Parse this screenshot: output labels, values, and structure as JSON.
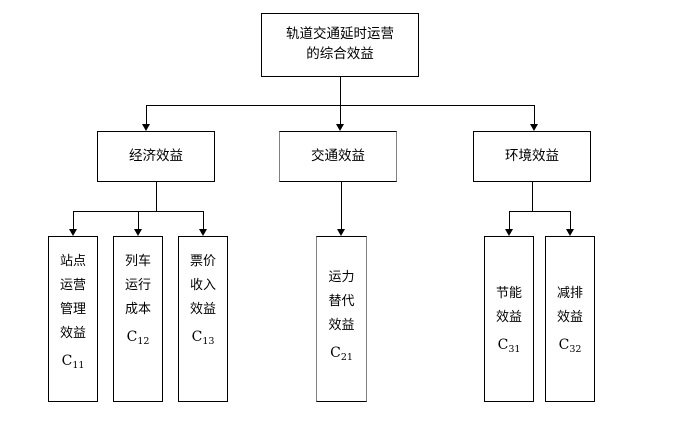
{
  "diagram": {
    "title_node": {
      "lines": [
        "轨道交通延时运营",
        "的综合效益"
      ]
    },
    "categories": [
      {
        "label": "经济效益"
      },
      {
        "label": "交通效益"
      },
      {
        "label": "环境效益"
      }
    ],
    "leaves": [
      {
        "chars": [
          "站点",
          "运营",
          "管理",
          "效益"
        ],
        "code_letter": "C",
        "code_sub": "11"
      },
      {
        "chars": [
          "列车",
          "运行",
          "成本"
        ],
        "code_letter": "C",
        "code_sub": "12"
      },
      {
        "chars": [
          "票价",
          "收入",
          "效益"
        ],
        "code_letter": "C",
        "code_sub": "13"
      },
      {
        "chars": [
          "运力",
          "替代",
          "效益"
        ],
        "code_letter": "C",
        "code_sub": "21"
      },
      {
        "chars": [
          "节能",
          "效益"
        ],
        "code_letter": "C",
        "code_sub": "31"
      },
      {
        "chars": [
          "减排",
          "效益"
        ],
        "code_letter": "C",
        "code_sub": "32"
      }
    ],
    "colors": {
      "line": "#000000",
      "box_border": "#000000",
      "box_border_grey": "#808080",
      "background": "#ffffff",
      "text": "#000000"
    }
  }
}
